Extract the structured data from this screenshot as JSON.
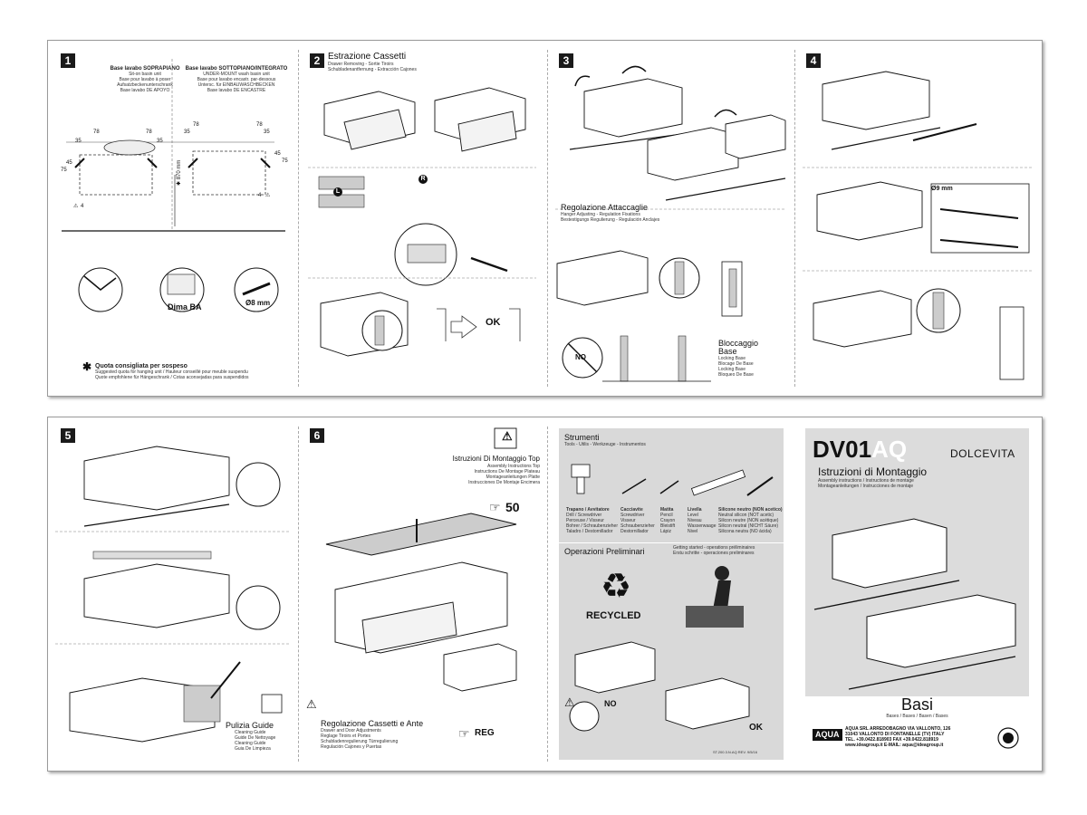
{
  "panel1": {
    "step": "1",
    "left_title": "Base lavabo SOPRAPIANO",
    "left_sub": [
      "Sit-on basin unit",
      "Base pour lavabo à poser",
      "Aufsatzbeckenunterschrank",
      "Base lavabo DE APOYO"
    ],
    "right_title": "Base lavabo SOTTOPIANO/INTEGRATO",
    "right_sub": [
      "UNDER-MOUNT wash basin unit",
      "Base pour lavabo encastr. par-dessous",
      "Untersc. für EINBAUWASCHBECKEN",
      "Base lavabo DE ENCASTRE"
    ],
    "dims": [
      "35",
      "78",
      "78",
      "35",
      "45",
      "75",
      "35",
      "78",
      "78",
      "35",
      "45",
      "75"
    ],
    "height_dim": "✱ 870 mm",
    "warn_left": "4",
    "warn_right": "4",
    "template_label": "Dima BA",
    "drill_label": "Ø8 mm",
    "note_title": "Quota consigliata per sospeso",
    "note_sub1": "Suggested quota for hanging unit / Hauteur conseillé pour meuble suspendu",
    "note_sub2": "Quote empfohlene für Hängeschrank / Cotas aconsejadas para suspendidos"
  },
  "panel2": {
    "step": "2",
    "title": "Estrazione Cassetti",
    "sub1": "Drawer Removing - Sortie Tiroirs",
    "sub2": "Schubladenantfernung - Extracción Cajones",
    "label_l": "L",
    "label_r": "R",
    "ok_label": "OK"
  },
  "panel3": {
    "step": "3",
    "reg_title": "Regolazione Attaccaglie",
    "reg_sub1": "Hanger Adjusting - Regulation Fixations",
    "reg_sub2": "Bestestigungs Regulierung - Regulación Anclajes",
    "no_label": "NO",
    "lock_title1": "Bloccaggio",
    "lock_title2": "Base",
    "lock_sub": [
      "Locking Base",
      "Blocage De Base",
      "Locking Base",
      "Bloqueo De Base"
    ]
  },
  "panel4": {
    "step": "4",
    "drill_label": "Ø9 mm"
  },
  "panel5": {
    "step": "5",
    "clean_title": "Pulizia Guide",
    "clean_sub": [
      "Cleaning Guide",
      "Guide De Nettoyage",
      "Cleaning Guide",
      "Guia De Limpieza"
    ]
  },
  "panel6": {
    "step": "6",
    "top_title": "Istruzioni Di Montaggio Top",
    "top_sub": [
      "Assembly Instructions Top",
      "Instructions De Montage Plateau",
      "Montageanleitungen Platte",
      "Instrucciones De Montaje Encimera"
    ],
    "top_ref": "50",
    "reg_title": "Regolazione Cassetti e Ante",
    "reg_sub": [
      "Drawer and Door Adjustments",
      "Reglage Tiroirs et Portes",
      "Schubladenregulierung Türregulierung",
      "Regulación Cajones y Puertas"
    ],
    "reg_ref": "REG"
  },
  "tools": {
    "title": "Strumenti",
    "sub": "Tools - Utilis - Werkzeuge - Instrumentos",
    "items": [
      {
        "name": "Trapano / Avvitatore",
        "lines": [
          "Drill / Screwdriver",
          "Perceuse / Visseur",
          "Bohrer / Schraubenzieher",
          "Taladro / Destornillador"
        ]
      },
      {
        "name": "Cacciavite",
        "lines": [
          "Screwdriver",
          "Visseur",
          "Schraubenzieher",
          "Destornillador"
        ]
      },
      {
        "name": "Matita",
        "lines": [
          "Pencil",
          "Crayon",
          "Bleistift",
          "Lápiz"
        ]
      },
      {
        "name": "Livella",
        "lines": [
          "Level",
          "Niveau",
          "Wasserwaage",
          "Nivel"
        ]
      },
      {
        "name": "Silicone neutro (NON acetico)",
        "lines": [
          "Neutral silicon (NOT acetic)",
          "Silicon neutre (NON acétique)",
          "Silicon neutral (NICHT Säure)",
          "Silicona neutra (NO ácida)"
        ]
      }
    ],
    "prelim_title": "Operazioni Preliminari",
    "prelim_sub1": "Getting started - operations préliminaires",
    "prelim_sub2": "Erstu schritte - operaciones preliminares",
    "recycled": "RECYCLED",
    "no_label": "NO",
    "ok_label": "OK",
    "code": "ST.200.3.N.AQ REV. 9/5/16"
  },
  "cover": {
    "model_prefix": "DV01",
    "model_suffix": "AQ",
    "brand": "DOLCEVITA",
    "title": "Istruzioni di Montaggio",
    "sub1": "Assembly instructions / Instructions de montage",
    "sub2": "Montageanleitungen / Instrucciones de montaje",
    "basi": "Basi",
    "basi_sub": "Bases / Bases / Basen / Bases",
    "logo": "AQUA",
    "addr1": "AQUA SRL ARREDOBAGNO VIA VALLONTO, 126",
    "addr2": "31043 VALLONTO DI FONTANELLE (TV) ITALY",
    "addr3": "TEL. +39.0422.818903 FAX +39.0422.818919",
    "addr4": "www.ideagroup.it E-MAIL: aqua@ideagroup.it"
  },
  "colors": {
    "panel_gray": "#d9d9d9",
    "cover_gray": "#dcdcdc",
    "accent_white": "#ffffff",
    "dark": "#1a1a1a"
  }
}
